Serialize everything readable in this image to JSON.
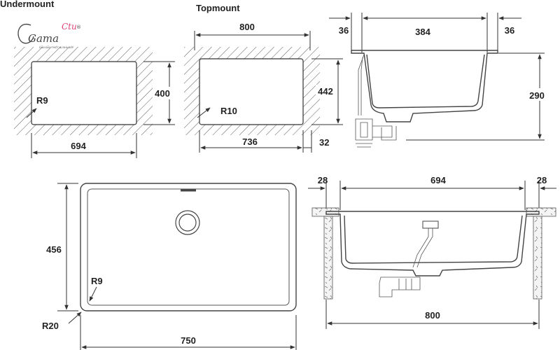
{
  "titles": {
    "undermount": "Undermount",
    "topmount": "Topmount"
  },
  "logo": {
    "word": "Gama",
    "accent": "Ctu",
    "mark": "®",
    "tagline": "DẪN ĐẦU THIẾT BỊ NHÀ BẾP",
    "accent_color": "#e0407a"
  },
  "undermount": {
    "radius": "R9",
    "width": "694",
    "height": "400"
  },
  "topmount": {
    "radius": "R10",
    "top_width": "800",
    "width": "736",
    "height": "442",
    "gap": "32"
  },
  "side_section": {
    "left_margin": "36",
    "bowl_width": "384",
    "right_margin": "36",
    "depth": "290"
  },
  "top_view": {
    "outer_height": "456",
    "outer_width": "750",
    "outer_radius": "R20",
    "inner_radius": "R9"
  },
  "front_section": {
    "left_margin": "28",
    "bowl_width": "694",
    "right_margin": "28",
    "overall_width": "800"
  }
}
